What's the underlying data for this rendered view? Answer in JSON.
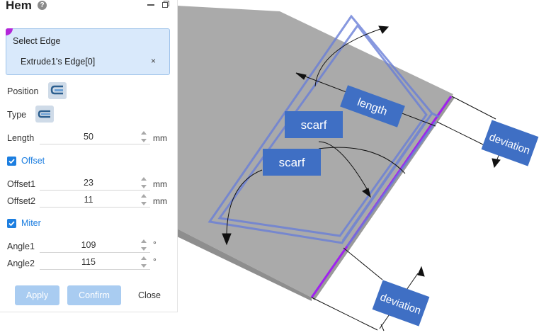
{
  "panel": {
    "title": "Hem",
    "help_icon": "question-circle-icon",
    "select": {
      "label": "Select Edge",
      "value": "Extrude1's Edge[0]",
      "clear": "×"
    },
    "position_label": "Position",
    "type_label": "Type",
    "length": {
      "label": "Length",
      "value": "50",
      "unit": "mm"
    },
    "offset": {
      "label": "Offset",
      "checked": true
    },
    "offset1": {
      "label": "Offset1",
      "value": "23",
      "unit": "mm"
    },
    "offset2": {
      "label": "Offset2",
      "value": "11",
      "unit": "mm"
    },
    "miter": {
      "label": "Miter",
      "checked": true
    },
    "angle1": {
      "label": "Angle1",
      "value": "109",
      "unit": "°"
    },
    "angle2": {
      "label": "Angle2",
      "value": "115",
      "unit": "°"
    },
    "buttons": {
      "apply": "Apply",
      "confirm": "Confirm",
      "close": "Close"
    }
  },
  "viewport": {
    "labels": {
      "length": "length",
      "scarf1": "scarf",
      "scarf2": "scarf",
      "deviation1": "deviation",
      "deviation2": "deviation"
    },
    "colors": {
      "sheet": "#aaaaaa",
      "sheet_edge": "#8e8e8e",
      "hem_frame": "#6a7fd8",
      "selected_edge": "#a020f0",
      "label_box": "#3f6fc4"
    }
  }
}
